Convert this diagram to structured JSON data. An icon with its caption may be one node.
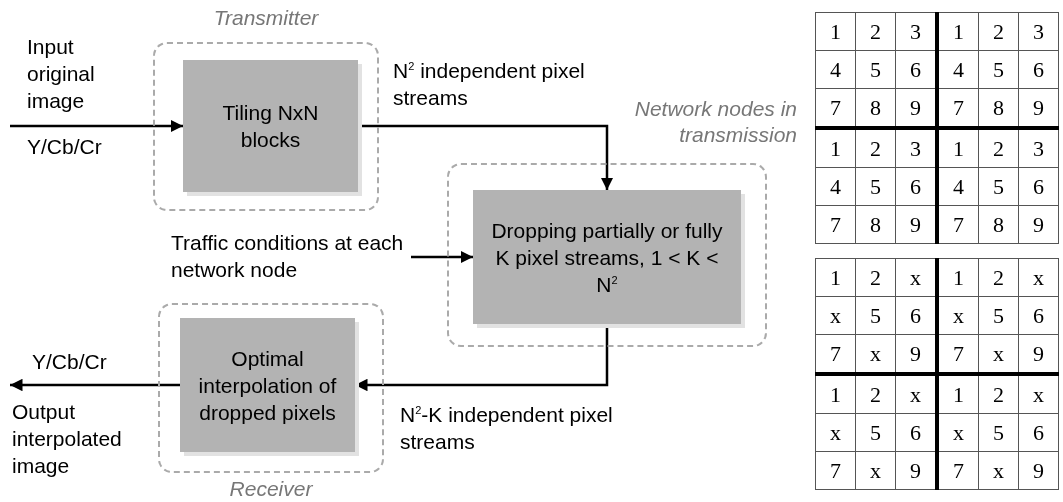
{
  "diagram": {
    "nodes": [
      {
        "text": [
          "Transmitter"
        ]
      },
      {
        "text": [
          "Tiling NxN blocks"
        ],
        "in": 0
      },
      {
        "text": [
          "Network nodes in transmission"
        ]
      },
      {
        "text": [
          "Dropping partially or fully K pixel streams, 1 < K < N$^{2}$"
        ],
        "in": 2
      },
      {
        "text": [
          "Receiver"
        ]
      },
      {
        "text": [
          "Optimal interpolation of dropped pixels"
        ],
        "in": 4
      },
      {
        "text": [
          "Traffic conditions at each network node"
        ]
      }
    ],
    "edges": [
      {
        "from": null,
        "to": 1,
        "arrow": "to",
        "label": "Y/Cb/Cr"
      },
      {
        "from": 1,
        "to": 3,
        "arrow": "to",
        "label": "N$^{2}$ independent pixel streams"
      },
      {
        "from": 6,
        "to": 3,
        "arrow": "to"
      },
      {
        "from": 3,
        "to": 5,
        "arrow": "to",
        "label": "N$^{2}$-K independent pixel streams"
      },
      {
        "from": 5,
        "to": null,
        "arrow": "to",
        "label": "Y/Cb/Cr"
      }
    ],
    "labels": [
      "Input original image",
      "Output interpolated image",
      "1",
      "2",
      "3",
      "1",
      "2",
      "3",
      "4",
      "5",
      "6",
      "4",
      "5",
      "6",
      "7",
      "8",
      "9",
      "7",
      "8",
      "9",
      "1",
      "2",
      "3",
      "1",
      "2",
      "3",
      "4",
      "5",
      "6",
      "4",
      "5",
      "6",
      "7",
      "8",
      "9",
      "7",
      "8",
      "9",
      "1",
      "2",
      "x",
      "1",
      "2",
      "x",
      "x",
      "5",
      "6",
      "x",
      "5",
      "6",
      "7",
      "x",
      "9",
      "7",
      "x",
      "9",
      "1",
      "2",
      "x",
      "1",
      "2",
      "x",
      "x",
      "5",
      "6",
      "x",
      "5",
      "6",
      "7",
      "x",
      "9",
      "7",
      "x",
      "9"
    ]
  }
}
